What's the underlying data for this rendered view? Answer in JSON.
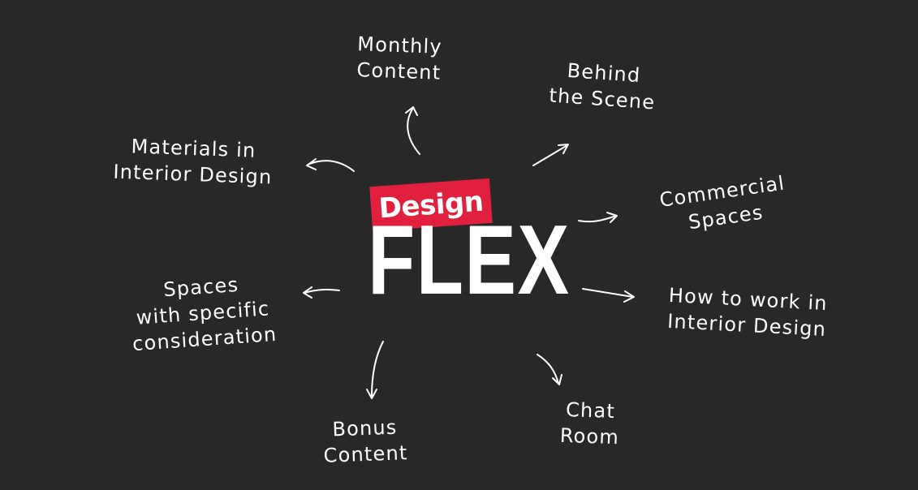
{
  "logo": {
    "badge_text": "Design",
    "main_text": "FLEX",
    "badge_color": "#e0203c"
  },
  "colors": {
    "background": "#282828",
    "text": "#ffffff",
    "arrow": "#ffffff"
  },
  "nodes": {
    "monthly_content": [
      "Monthly",
      "Content"
    ],
    "behind_the_scene": [
      "Behind",
      "the Scene"
    ],
    "materials": [
      "Materials in",
      "Interior Design"
    ],
    "commercial_spaces": [
      "Commercial",
      "Spaces"
    ],
    "spaces_specific": [
      "Spaces",
      "with specific",
      "consideration"
    ],
    "how_to_work": [
      "How to work in",
      "Interior Design"
    ],
    "bonus_content": [
      "Bonus",
      "Content"
    ],
    "chat_room": [
      "Chat",
      "Room"
    ]
  }
}
